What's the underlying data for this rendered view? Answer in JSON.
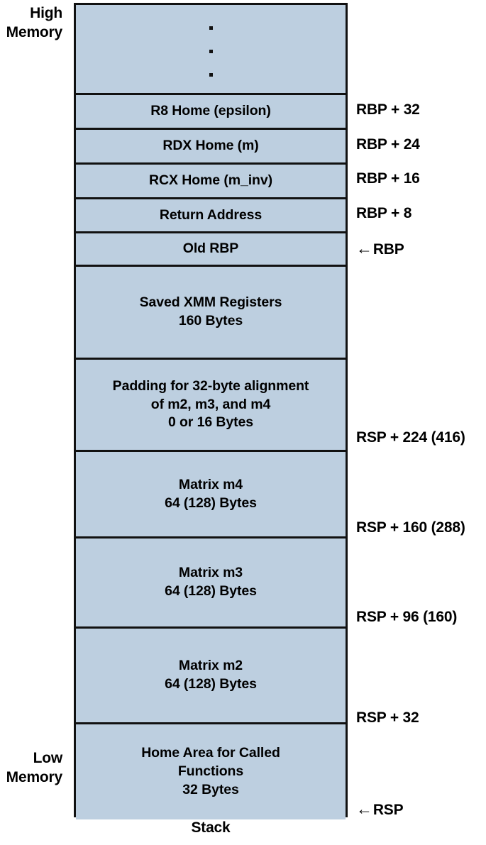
{
  "diagram": {
    "title_bottom": "Stack",
    "high_memory_label": "High\nMemory",
    "high_memory_line1": "High",
    "high_memory_line2": "Memory",
    "low_memory_line1": "Low",
    "low_memory_line2": "Memory",
    "colors": {
      "cell_fill": "#bdcfe0",
      "border": "#111111",
      "text": "#000000",
      "background": "#ffffff"
    },
    "cells": [
      {
        "name": "ellipsis",
        "lines": [],
        "ellipsis": true,
        "offset_label": ""
      },
      {
        "name": "r8-home",
        "lines": [
          "R8 Home (epsilon)"
        ],
        "offset_label": "RBP + 32"
      },
      {
        "name": "rdx-home",
        "lines": [
          "RDX Home (m)"
        ],
        "offset_label": "RBP + 24"
      },
      {
        "name": "rcx-home",
        "lines": [
          "RCX Home (m_inv)"
        ],
        "offset_label": "RBP + 16"
      },
      {
        "name": "return-address",
        "lines": [
          "Return Address"
        ],
        "offset_label": "RBP + 8"
      },
      {
        "name": "old-rbp",
        "lines": [
          "Old RBP"
        ],
        "offset_label": "RBP",
        "offset_arrow": "←"
      },
      {
        "name": "saved-xmm-registers",
        "lines": [
          "Saved XMM Registers",
          "160 Bytes"
        ],
        "offset_label": ""
      },
      {
        "name": "padding-alignment",
        "lines": [
          "Padding for 32-byte alignment",
          "of m2, m3, and m4",
          "0 or 16 Bytes"
        ],
        "offset_label": "RSP + 224 (416)"
      },
      {
        "name": "matrix-m4",
        "lines": [
          "Matrix m4",
          "64 (128) Bytes"
        ],
        "offset_label": "RSP + 160 (288)"
      },
      {
        "name": "matrix-m3",
        "lines": [
          "Matrix m3",
          "64 (128) Bytes"
        ],
        "offset_label": "RSP + 96 (160)"
      },
      {
        "name": "matrix-m2",
        "lines": [
          "Matrix m2",
          "64 (128) Bytes"
        ],
        "offset_label": "RSP + 32"
      },
      {
        "name": "home-area",
        "lines": [
          "Home Area for Called",
          "Functions",
          "32 Bytes"
        ],
        "offset_label": "RSP",
        "offset_arrow": "←"
      }
    ]
  }
}
